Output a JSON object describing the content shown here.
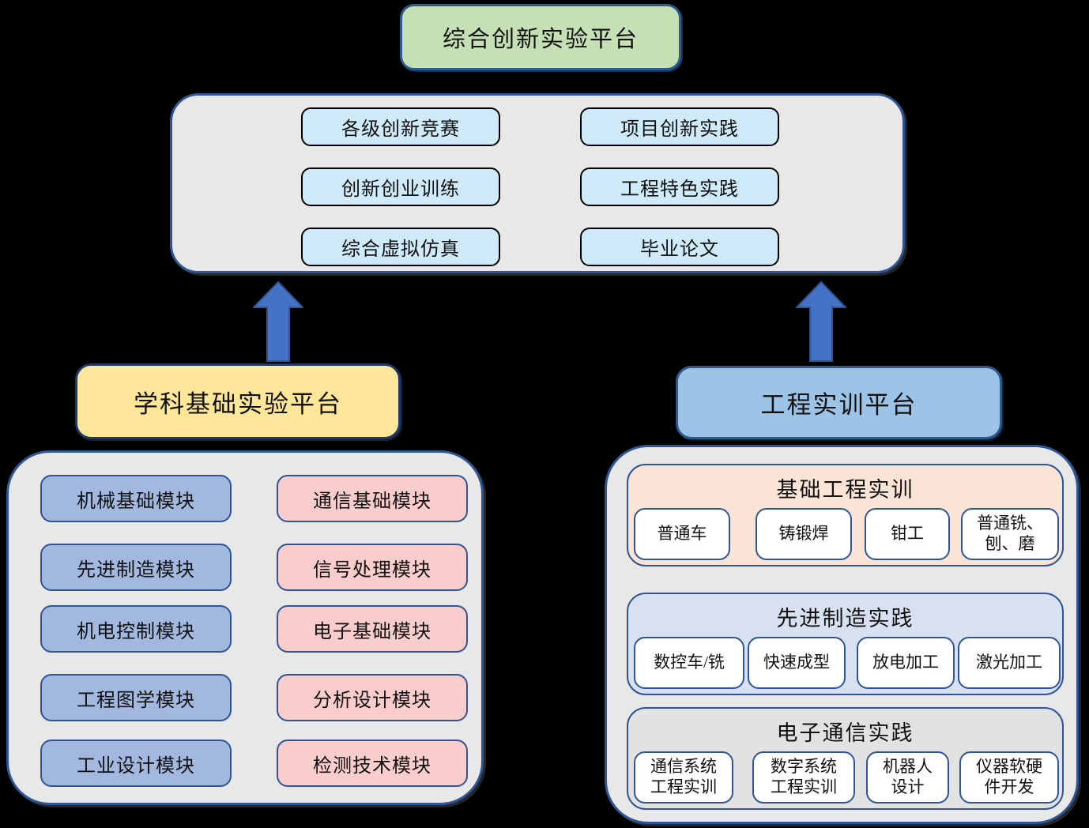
{
  "colors": {
    "background": "#000000",
    "border_blue": "#2F5597",
    "border_navy": "#1F3864",
    "arrow_fill": "#4472C4",
    "top_banner_green": "#C5E0B4",
    "container_gray": "#E8E8E8",
    "innovation_box_cyan": "#CFEBFA",
    "left_banner_yellow": "#FFE699",
    "right_banner_blue": "#9DC3E6",
    "module_blue": "#A2B8DE",
    "module_pink": "#FACDCD",
    "section_peach": "#FAE4D5",
    "section_lavender": "#D8E1F2",
    "section_gray": "#E3E2E2",
    "sub_box_white": "#FFFFFF"
  },
  "top_platform": {
    "title": "综合创新实验平台"
  },
  "top_container": {
    "left_column": [
      "各级创新竞赛",
      "创新创业训练",
      "综合虚拟仿真"
    ],
    "right_column": [
      "项目创新实践",
      "工程特色实践",
      "毕业论文"
    ]
  },
  "arrows": {
    "left": "up-arrow",
    "right": "up-arrow"
  },
  "left_platform": {
    "title": "学科基础实验平台",
    "blue_modules": [
      "机械基础模块",
      "先进制造模块",
      "机电控制模块",
      "工程图学模块",
      "工业设计模块"
    ],
    "pink_modules": [
      "通信基础模块",
      "信号处理模块",
      "电子基础模块",
      "分析设计模块",
      "检测技术模块"
    ]
  },
  "right_platform": {
    "title": "工程实训平台",
    "sections": [
      {
        "title": "基础工程实训",
        "items": [
          "普通车",
          "铸锻焊",
          "钳工",
          "普通铣、\n刨、磨"
        ]
      },
      {
        "title": "先进制造实践",
        "items": [
          "数控车/铣",
          "快速成型",
          "放电加工",
          "激光加工"
        ]
      },
      {
        "title": "电子通信实践",
        "items": [
          "通信系统\n工程实训",
          "数字系统\n工程实训",
          "机器人\n设计",
          "仪器软硬\n件开发"
        ]
      }
    ]
  }
}
